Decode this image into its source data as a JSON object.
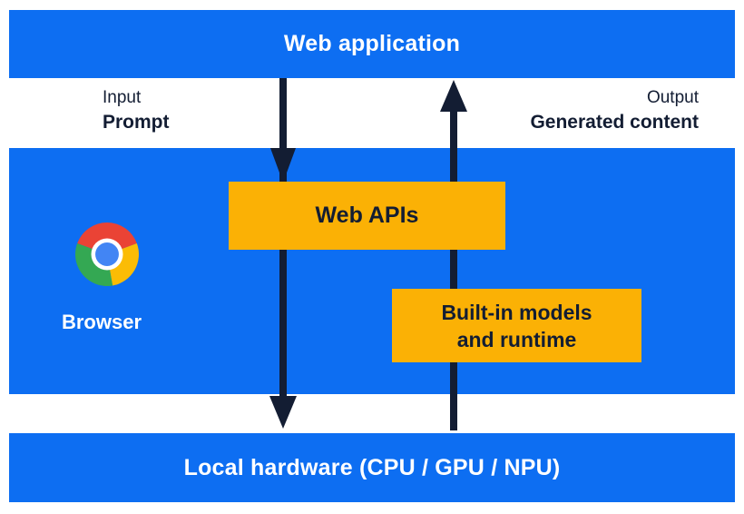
{
  "colors": {
    "band_blue": "#0D6EF2",
    "box_yellow": "#FBB105",
    "dark_navy": "#131D33",
    "logo_red": "#EA4335",
    "logo_yellow": "#FBBC05",
    "logo_green": "#34A853",
    "logo_blue": "#4285F4"
  },
  "top_band": {
    "label": "Web application"
  },
  "io_labels": {
    "input_caption": "Input",
    "input_label": "Prompt",
    "output_caption": "Output",
    "output_label": "Generated content"
  },
  "browser_band": {
    "browser_label": "Browser",
    "web_apis_label": "Web APIs",
    "builtin_line1": "Built-in models",
    "builtin_line2": "and runtime"
  },
  "bottom_band": {
    "label": "Local hardware (CPU / GPU / NPU)"
  }
}
